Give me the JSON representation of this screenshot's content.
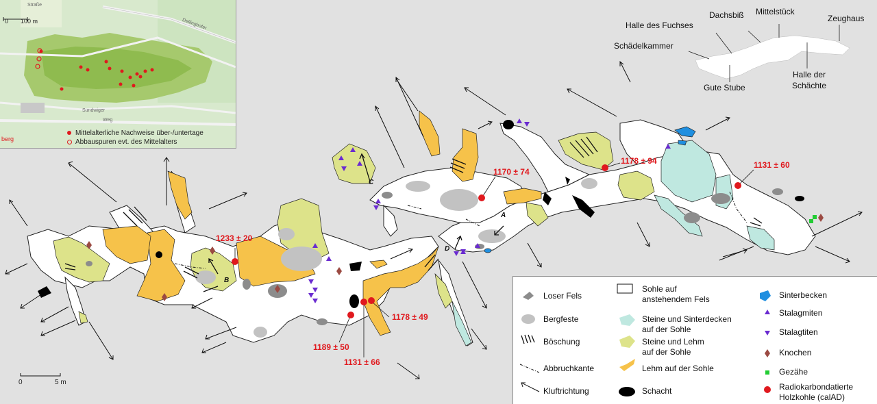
{
  "inset": {
    "scale_zero": "0",
    "scale_label": "100 m",
    "streets": [
      "Straße",
      "Dellinghofer",
      "Sundwiger",
      "Weg"
    ],
    "legend": [
      {
        "label": "Mittelalterliche Nachweise über-/untertage"
      },
      {
        "label": "Abbauspuren evt. des Mittelalters"
      }
    ],
    "corner_text": "berg"
  },
  "overview_labels": {
    "halle_fuchses": "Halle des Fuchses",
    "dachsbiss": "Dachsbiß",
    "mittelstueck": "Mittelstück",
    "zeughaus": "Zeughaus",
    "schaedelkammer": "Schädelkammer",
    "gute_stube": "Gute Stube",
    "halle_schaechte_1": "Halle der",
    "halle_schaechte_2": "Schächte"
  },
  "dates": [
    "1233 ± 20",
    "1170 ± 74",
    "1178 ± 94",
    "1131 ± 60",
    "1178 ± 49",
    "1189 ± 50",
    "1131 ± 66"
  ],
  "point_labels": [
    "A",
    "B",
    "C",
    "D"
  ],
  "scale": {
    "zero": "0",
    "label": "5 m"
  },
  "legend": {
    "col1": [
      "Loser Fels",
      "Bergfeste",
      "Böschung",
      "Abbruchkante",
      "Kluftrichtung"
    ],
    "col2_a": "Sohle auf",
    "col2_b": "anstehendem Fels",
    "col2_c": "Steine und Sinterdecken",
    "col2_d": "auf der Sohle",
    "col2_e": "Steine und Lehm",
    "col2_f": "auf der Sohle",
    "col2_g": "Lehm auf der Sohle",
    "col2_h": "Schacht",
    "col3": [
      "Sinterbecken",
      "Stalagmiten",
      "Stalagtiten",
      "Knochen",
      "Gezähe"
    ],
    "col3_radio_1": "Radiokarbondatierte",
    "col3_radio_2": "Holzkohle (calAD)"
  },
  "colors": {
    "background": "#e1e1e1",
    "floor": "#ffffff",
    "lehm": "#f6c24a",
    "steine_lehm": "#dde38a",
    "sinter": "#bfe8e0",
    "sinterbecken": "#1f8fe0",
    "rock": "#8c8c8c",
    "bergfeste": "#c2c2c2",
    "date_red": "#e0191e",
    "stalag": "#6a2bd0",
    "bone": "#9b4a42",
    "tool": "#22cc33"
  }
}
